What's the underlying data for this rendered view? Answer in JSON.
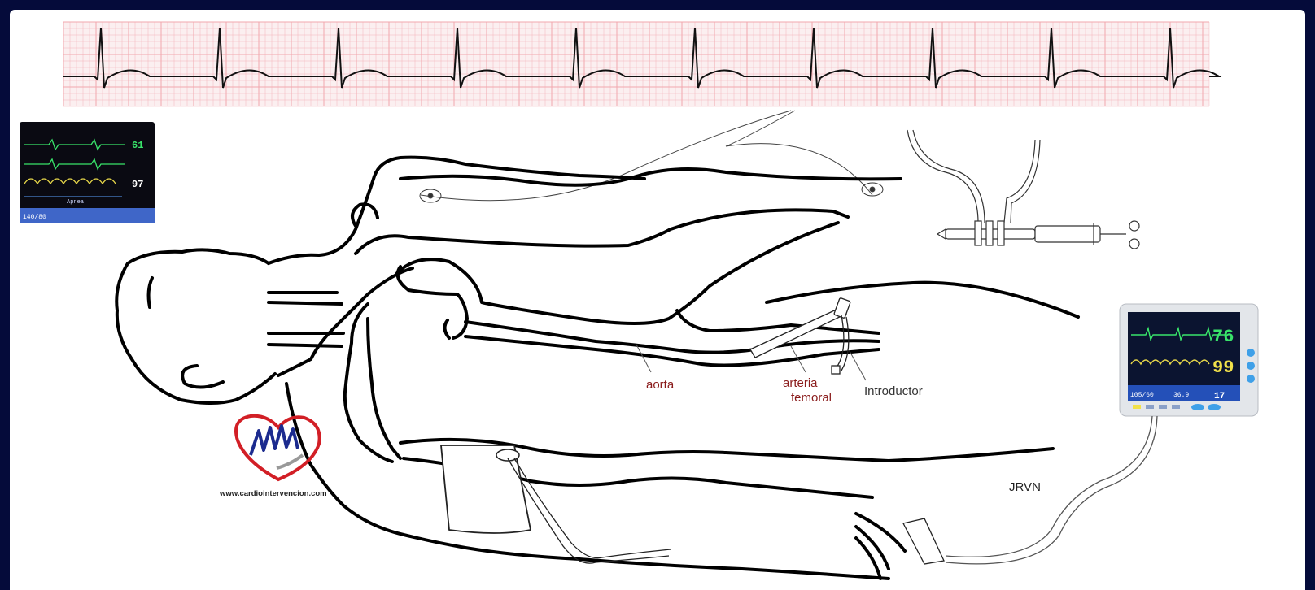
{
  "labels": {
    "aorta": "aorta",
    "arteria": "arteria",
    "femoral": "femoral",
    "introductor": "Introductor",
    "signature": "JRVN",
    "website": "www.cardiointervencion.com"
  },
  "monitor_left": {
    "hr": "61",
    "spo2": "97",
    "bp": "140/80",
    "mode": "Apnea"
  },
  "monitor_right": {
    "hr": "76",
    "spo2": "99",
    "bp": "105/60",
    "temp": "36.9",
    "resp": "17"
  },
  "colors": {
    "frame": "#050b3a",
    "ecg_grid": "#f2a7ae",
    "ecg_bg": "#fbeff0",
    "label_red": "#8a1b1b",
    "heart_red": "#d21f26",
    "logo_blue": "#1c2b8f",
    "monitor_green": "#39e36a",
    "monitor_yellow": "#f2e14a"
  }
}
